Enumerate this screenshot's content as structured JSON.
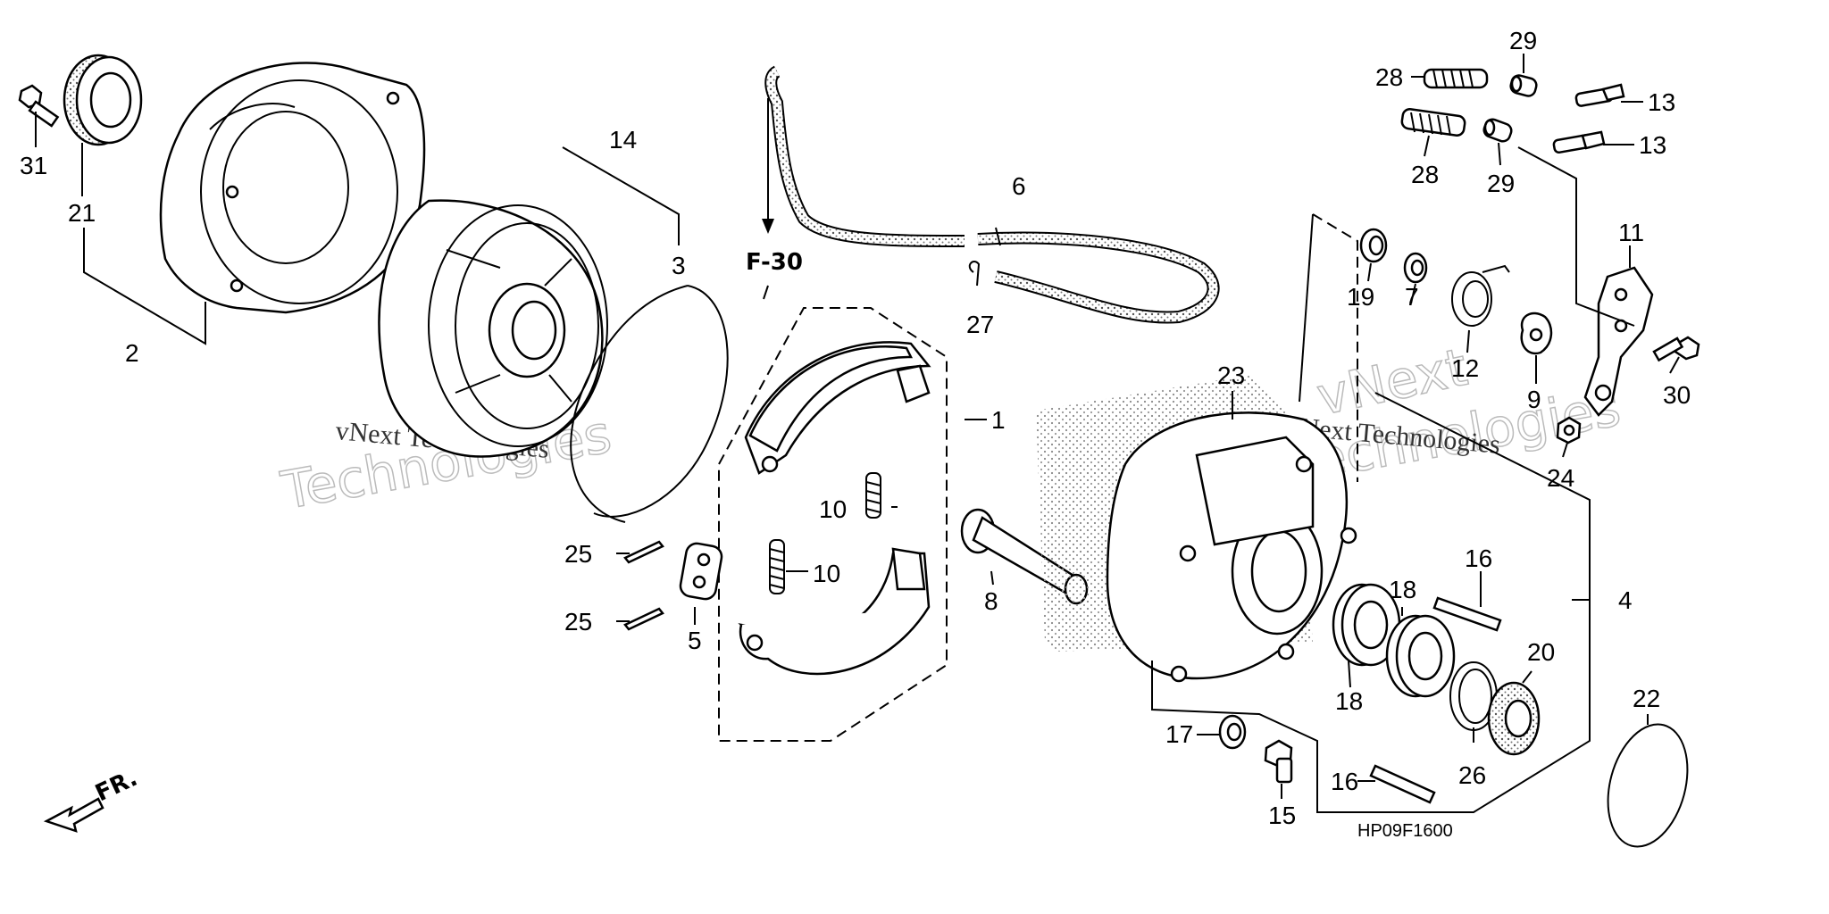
{
  "diagram": {
    "code": "HP09F1600",
    "reference": "F-30",
    "direction_label": "FR.",
    "watermark_lines": [
      "vNext Technologies",
      "vNext",
      "Technologies"
    ],
    "labels": [
      "1",
      "2",
      "3",
      "4",
      "5",
      "6",
      "7",
      "8",
      "9",
      "10",
      "10",
      "11",
      "12",
      "13",
      "13",
      "14",
      "15",
      "16",
      "16",
      "17",
      "18",
      "18",
      "19",
      "20",
      "21",
      "22",
      "23",
      "24",
      "25",
      "25",
      "26",
      "27",
      "28",
      "28",
      "29",
      "29",
      "30",
      "31"
    ]
  }
}
